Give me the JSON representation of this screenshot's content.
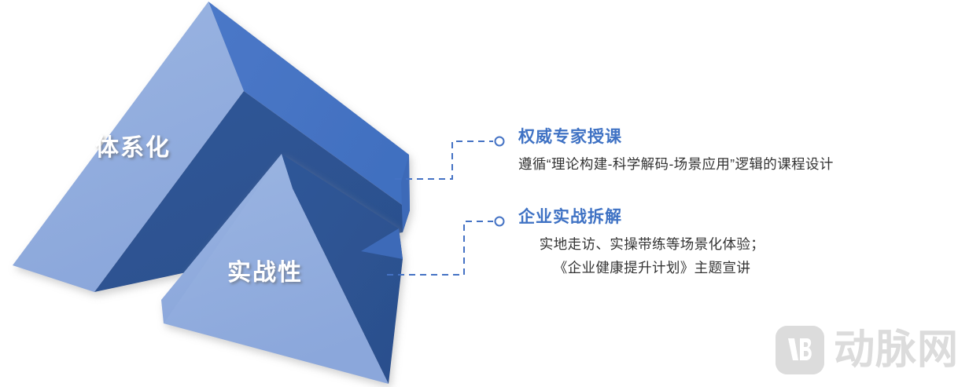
{
  "graphic": {
    "type": "3d-chevron-arrow",
    "labels": [
      {
        "id": "systematic",
        "text": "体系化"
      },
      {
        "id": "practical",
        "text": "实战性"
      }
    ],
    "colors": {
      "light": "#8fabdd",
      "medium": "#4472c4",
      "dark": "#2e5596",
      "shadow": "#d8d8d8"
    }
  },
  "connectors": {
    "line_color": "#4472c4",
    "marker_color": "#4472c4",
    "style": "dashed-elbow"
  },
  "callouts": [
    {
      "id": "callout-1",
      "heading": "权威专家授课",
      "body_lines": [
        "遵循“理论构建-科学解码-场景应用”逻辑的课程设计"
      ]
    },
    {
      "id": "callout-2",
      "heading": "企业实战拆解",
      "body_lines": [
        "实地走访、实操带练等场景化体验；",
        "《企业健康提升计划》主题宣讲"
      ]
    }
  ],
  "watermark": {
    "mark_letters": "VB",
    "text": "动脉网",
    "color": "#dcdcdc"
  },
  "theme": {
    "heading_color": "#3f72c4",
    "body_color": "#333333",
    "label_color": "#ffffff",
    "background": "#ffffff"
  }
}
